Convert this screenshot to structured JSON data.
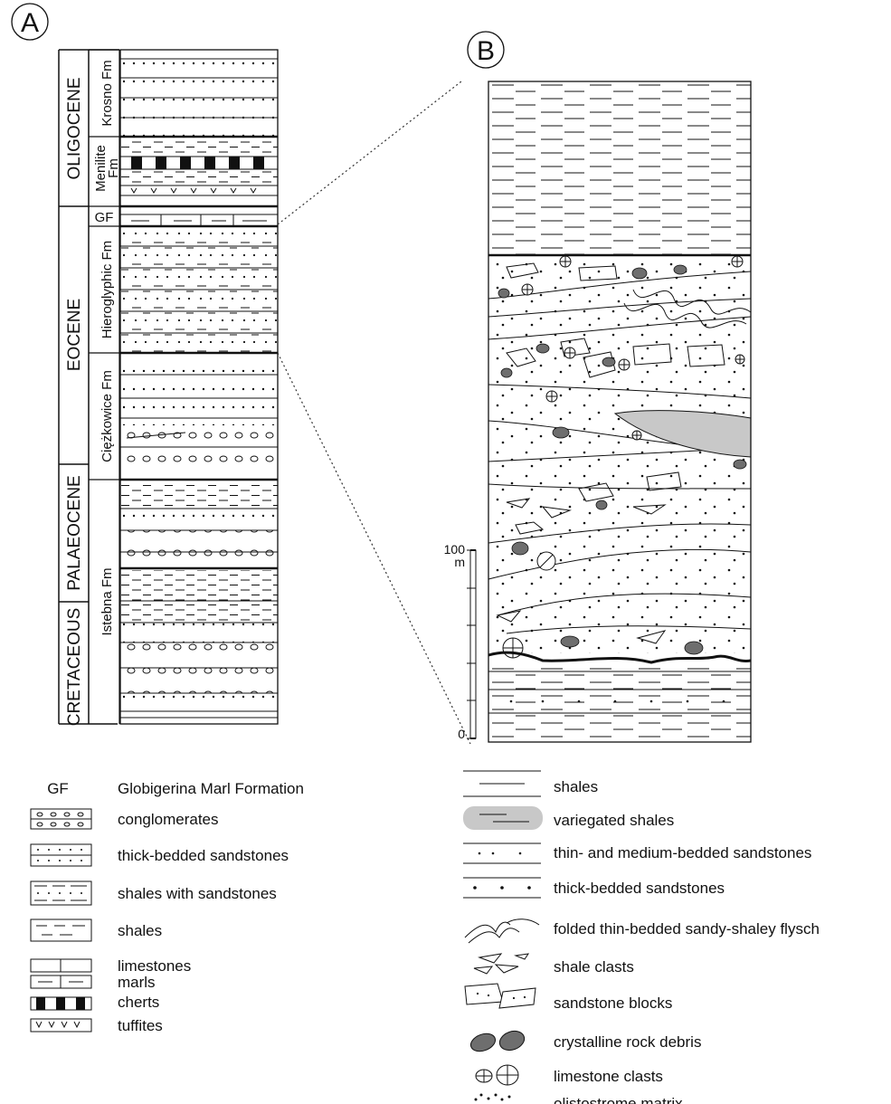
{
  "panel_a": {
    "letter": "A",
    "ages": [
      "OLIGOCENE",
      "EOCENE",
      "PALAEOCENE",
      "CRETACEOUS"
    ],
    "formations": {
      "krosno": "Krosno Fm",
      "menilite_1": "Menilite",
      "menilite_2": "Fm",
      "gf": "GF",
      "hieroglyphic": "Hieroglyphic Fm",
      "ciezkowice": "Ciężkowice Fm",
      "istebna": "Istebna Fm"
    }
  },
  "panel_b": {
    "letter": "B",
    "scale": {
      "top": "100",
      "unit": "m",
      "bottom": "0"
    }
  },
  "legend_a": {
    "gf_abbrev": "GF",
    "gf_label": "Globigerina Marl Formation",
    "items": [
      "conglomerates",
      "thick-bedded sandstones",
      "shales with sandstones",
      "shales",
      "limestones",
      "marls",
      "cherts",
      "tuffites"
    ]
  },
  "legend_b": {
    "items": [
      "shales",
      "variegated shales",
      "thin- and medium-bedded sandstones",
      "thick-bedded sandstones",
      "folded thin-bedded sandy-shaley flysch",
      "shale clasts",
      "sandstone blocks",
      "crystalline rock debris",
      "limestone clasts",
      "olistostrome matrix"
    ]
  },
  "colors": {
    "ink": "#111111",
    "variegated": "#c8c8c8",
    "debris": "#6e6e6e"
  }
}
